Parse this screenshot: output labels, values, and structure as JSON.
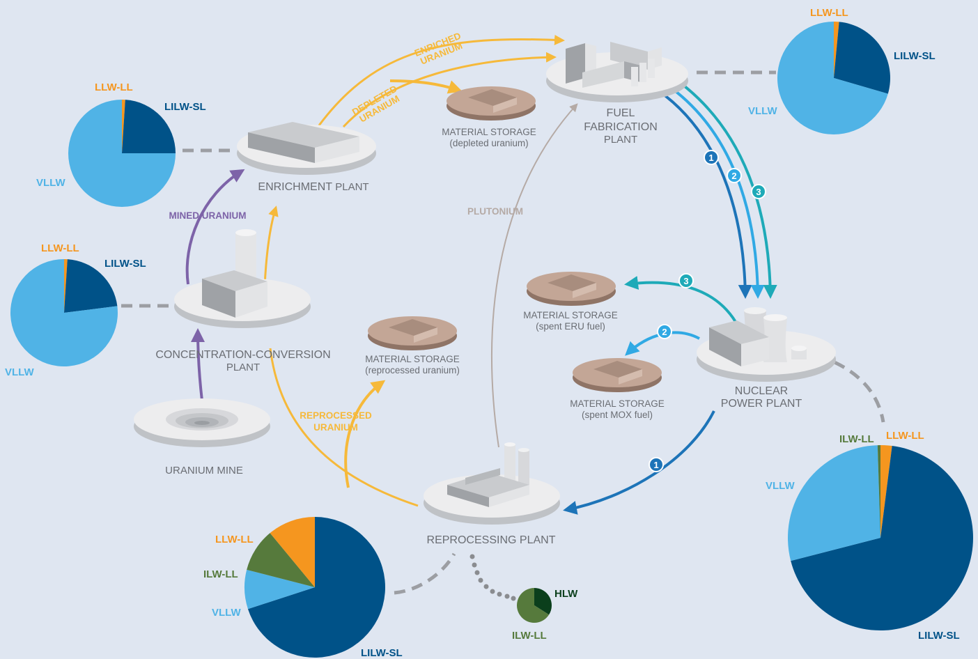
{
  "colors": {
    "background": "#dfe6f1",
    "LLW-LL": "#f5961f",
    "LILW-SL": "#005288",
    "VLLW": "#50b3e6",
    "ILW-LL": "#567a3c",
    "HLW": "#0b3f1c",
    "orange_flow": "#f6b93a",
    "purple_flow": "#7d63a8",
    "plutonium_flow": "#b5aaa5"
  },
  "facilities": {
    "enrichment": [
      "ENRICHMENT",
      "PLANT"
    ],
    "fuel_fabrication": [
      "FUEL",
      "FABRICATION",
      "PLANT"
    ],
    "concentration": [
      "CONCENTRATION-CONVERSION",
      "PLANT"
    ],
    "uranium_mine": "URANIUM MINE",
    "nuclear_power": [
      "NUCLEAR",
      "POWER PLANT"
    ],
    "reprocessing": "REPROCESSING PLANT"
  },
  "storages": {
    "depleted": [
      "MATERIAL STORAGE",
      "(depleted uranium)"
    ],
    "reprocessed": [
      "MATERIAL STORAGE",
      "(reprocessed uranium)"
    ],
    "eru": [
      "MATERIAL STORAGE",
      "(spent ERU fuel)"
    ],
    "mox": [
      "MATERIAL STORAGE",
      "(spent MOX fuel)"
    ]
  },
  "flows": {
    "enriched": [
      "ENRICHED",
      "URANIUM"
    ],
    "depleted": [
      "DEPLETED",
      "URANIUM"
    ],
    "mined": "MINED URANIUM",
    "plutonium": "PLUTONIUM",
    "reprocessed": [
      "REPROCESSED",
      "URANIUM"
    ],
    "route_numbers": [
      "1",
      "2",
      "3"
    ]
  },
  "pies": [
    {
      "id": "enrichment",
      "slices": [
        {
          "label": "LLW-LL",
          "value": 1
        },
        {
          "label": "LILW-SL",
          "value": 24
        },
        {
          "label": "VLLW",
          "value": 75
        }
      ]
    },
    {
      "id": "fuel-fabrication",
      "slices": [
        {
          "label": "LLW-LL",
          "value": 1.5
        },
        {
          "label": "LILW-SL",
          "value": 28
        },
        {
          "label": "VLLW",
          "value": 70.5
        }
      ]
    },
    {
      "id": "concentration",
      "slices": [
        {
          "label": "LLW-LL",
          "value": 1
        },
        {
          "label": "LILW-SL",
          "value": 22
        },
        {
          "label": "VLLW",
          "value": 77
        }
      ]
    },
    {
      "id": "nuclear-power",
      "slices": [
        {
          "label": "LLW-LL",
          "value": 2
        },
        {
          "label": "LILW-SL",
          "value": 69
        },
        {
          "label": "VLLW",
          "value": 28.5
        },
        {
          "label": "ILW-LL",
          "value": 0.5
        }
      ]
    },
    {
      "id": "reprocessing",
      "slices": [
        {
          "label": "LILW-SL",
          "value": 70
        },
        {
          "label": "VLLW",
          "value": 9
        },
        {
          "label": "ILW-LL",
          "value": 10
        },
        {
          "label": "LLW-LL",
          "value": 11
        }
      ]
    },
    {
      "id": "reprocessing-hlw",
      "slices": [
        {
          "label": "HLW",
          "value": 34
        },
        {
          "label": "ILW-LL",
          "value": 66
        }
      ]
    }
  ]
}
